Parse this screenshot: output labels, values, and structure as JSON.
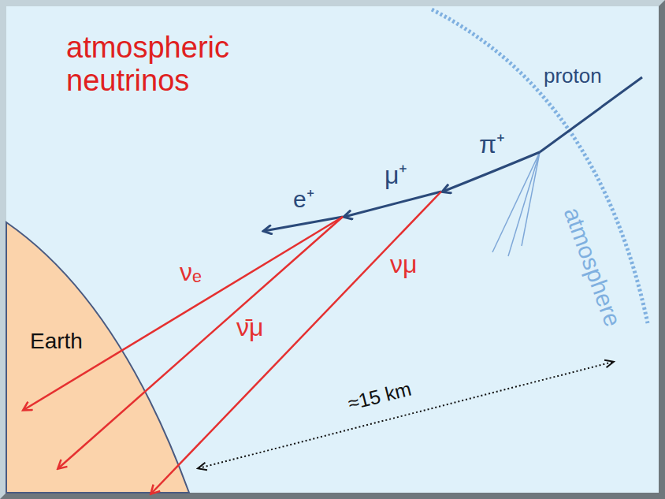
{
  "diagram": {
    "title": "atmospheric neutrinos",
    "labels": [
      "proton",
      "π⁺",
      "μ⁺",
      "e⁺",
      "νₑ",
      "ν̄μ",
      "νμ",
      "Earth",
      "atmosphere",
      "≈15 km"
    ]
  }
}
